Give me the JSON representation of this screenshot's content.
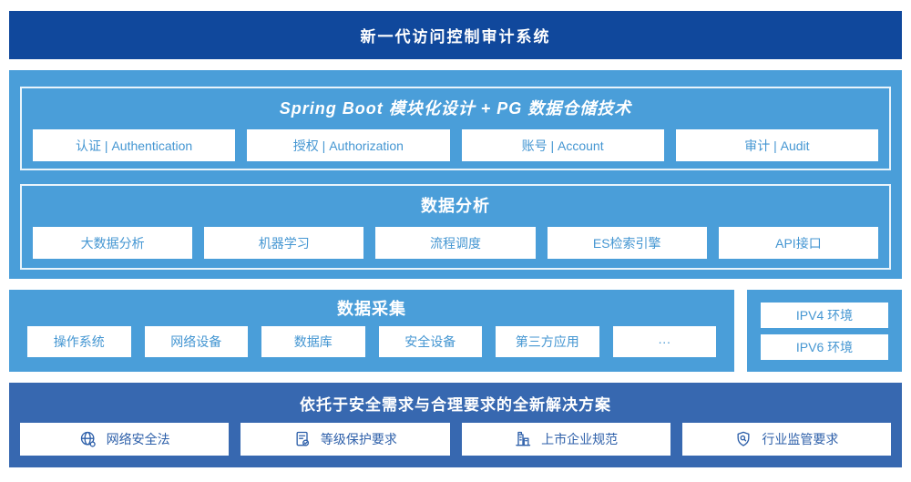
{
  "banner": {
    "title": "新一代访问控制审计系统"
  },
  "platform": {
    "spring": {
      "title": "Spring Boot 模块化设计 + PG 数据仓储技术",
      "modules": [
        "认证 | Authentication",
        "授权 | Authorization",
        "账号 | Account",
        "审计 | Audit"
      ]
    },
    "analysis": {
      "title": "数据分析",
      "modules": [
        "大数据分析",
        "机器学习",
        "流程调度",
        "ES检索引擎",
        "API接口"
      ]
    }
  },
  "collection": {
    "title": "数据采集",
    "modules": [
      "操作系统",
      "网络设备",
      "数据库",
      "安全设备",
      "第三方应用",
      "···"
    ],
    "environments": [
      "IPV4 环境",
      "IPV6 环境"
    ]
  },
  "solution": {
    "title": "依托于安全需求与合理要求的全新解决方案",
    "items": [
      {
        "icon": "globe-icon",
        "label": "网络安全法"
      },
      {
        "icon": "document-check-icon",
        "label": "等级保护要求"
      },
      {
        "icon": "building-icon",
        "label": "上市企业规范"
      },
      {
        "icon": "shield-search-icon",
        "label": "行业监管要求"
      }
    ]
  },
  "colors": {
    "banner_bg": "#10489c",
    "light_blue_bg": "#4a9ed9",
    "solution_bg": "#3768b0",
    "module_text": "#4496d2",
    "solution_text": "#2d5fa9",
    "inner_border": "#e9f4fb"
  }
}
